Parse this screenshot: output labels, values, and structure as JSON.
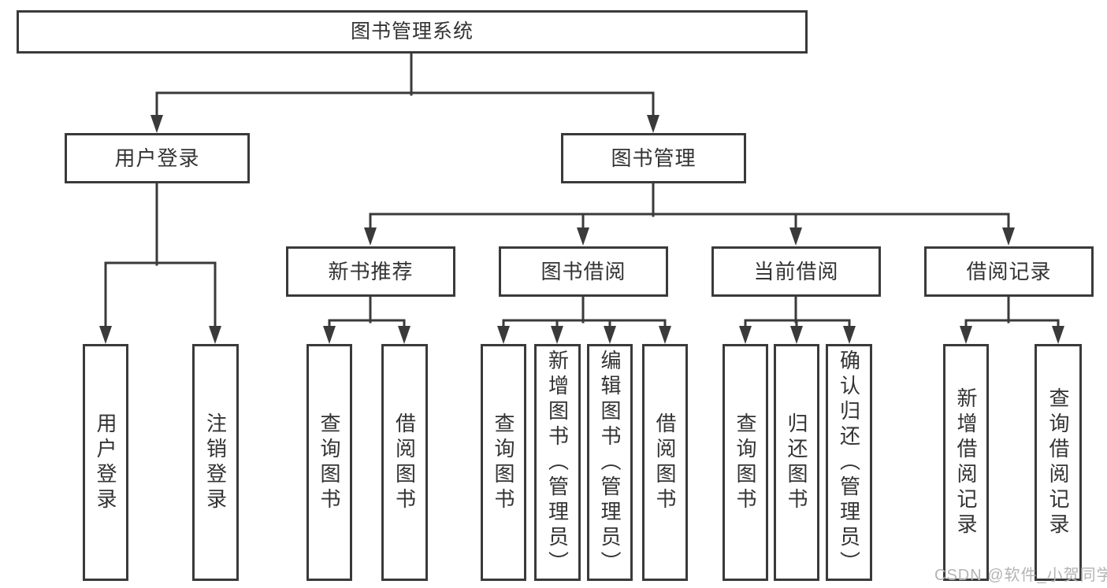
{
  "diagram": {
    "type": "hierarchy-tree",
    "title": "图书管理系统"
  },
  "nodes": {
    "root": {
      "label": "图书管理系统",
      "children": [
        "user_login",
        "book_mgmt"
      ]
    },
    "user_login": {
      "label": "用户登录",
      "children": [
        "leaf_user_login",
        "leaf_logout"
      ]
    },
    "book_mgmt": {
      "label": "图书管理",
      "children": [
        "new_book_rec",
        "book_borrow",
        "current_borrow",
        "borrow_record"
      ]
    },
    "new_book_rec": {
      "label": "新书推荐",
      "children": [
        "leaf_rec_query",
        "leaf_rec_borrow"
      ]
    },
    "book_borrow": {
      "label": "图书借阅",
      "children": [
        "leaf_bor_query",
        "leaf_bor_add",
        "leaf_bor_edit",
        "leaf_bor_borrow"
      ]
    },
    "current_borrow": {
      "label": "当前借阅",
      "children": [
        "leaf_cur_query",
        "leaf_cur_return",
        "leaf_cur_confirm"
      ]
    },
    "borrow_record": {
      "label": "借阅记录",
      "children": [
        "leaf_add_record",
        "leaf_query_record"
      ]
    },
    "leaf_user_login": {
      "label": "用户登录"
    },
    "leaf_logout": {
      "label": "注销登录"
    },
    "leaf_rec_query": {
      "label": "查询图书"
    },
    "leaf_rec_borrow": {
      "label": "借阅图书"
    },
    "leaf_bor_query": {
      "label": "查询图书"
    },
    "leaf_bor_add": {
      "label": "新增图书（管理员）"
    },
    "leaf_bor_edit": {
      "label": "编辑图书（管理员）"
    },
    "leaf_bor_borrow": {
      "label": "借阅图书"
    },
    "leaf_cur_query": {
      "label": "查询图书"
    },
    "leaf_cur_return": {
      "label": "归还图书"
    },
    "leaf_cur_confirm": {
      "label": "确认归还（管理员）"
    },
    "leaf_add_record": {
      "label": "新增借阅记录"
    },
    "leaf_query_record": {
      "label": "查询借阅记录"
    }
  },
  "watermark": {
    "text": "CSDN @软件_小贺同学"
  },
  "colors": {
    "line": "#3a3a3a",
    "box_border": "#3a3a3a",
    "box_fill": "#ffffff",
    "text": "#333333",
    "background": "#ffffff",
    "watermark": "#b4b4b4"
  }
}
